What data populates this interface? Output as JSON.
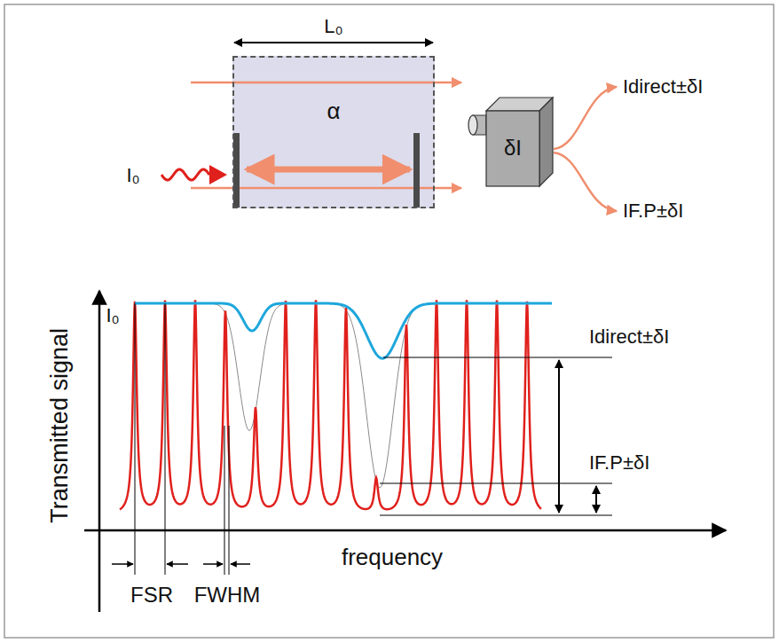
{
  "diagram": {
    "nodes": [
      {
        "text": [
          "α"
        ]
      },
      {
        "text": [
          "δI"
        ]
      }
    ],
    "labels": [
      "L₀",
      "I₀",
      "Idirect±δI",
      "IF.P±δI",
      "Transmitted signal",
      "frequency",
      "I₀",
      "Idirect±δI",
      "IF.P±δI",
      "FSR",
      "FWHM"
    ]
  }
}
